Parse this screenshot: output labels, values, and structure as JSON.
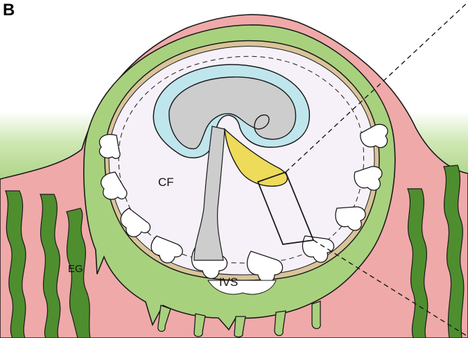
{
  "figure": {
    "panel_label": "B",
    "labels": {
      "cf": "CF",
      "ivs": "IVS",
      "eg": "EG"
    }
  },
  "colors": {
    "endometrium_pink": "#EFA9A9",
    "villous_green": "#A8D17E",
    "gland_dark_green": "#4E8E2E",
    "coelom_fill": "#F6F1F8",
    "amnion_blue": "#BFE6EC",
    "embryo_gray": "#CDCDCD",
    "yolk_yellow": "#EEDB5A",
    "ivs_white": "#FFFFFF",
    "outline": "#1A1A1A",
    "tan_edge": "#D9C49A"
  }
}
